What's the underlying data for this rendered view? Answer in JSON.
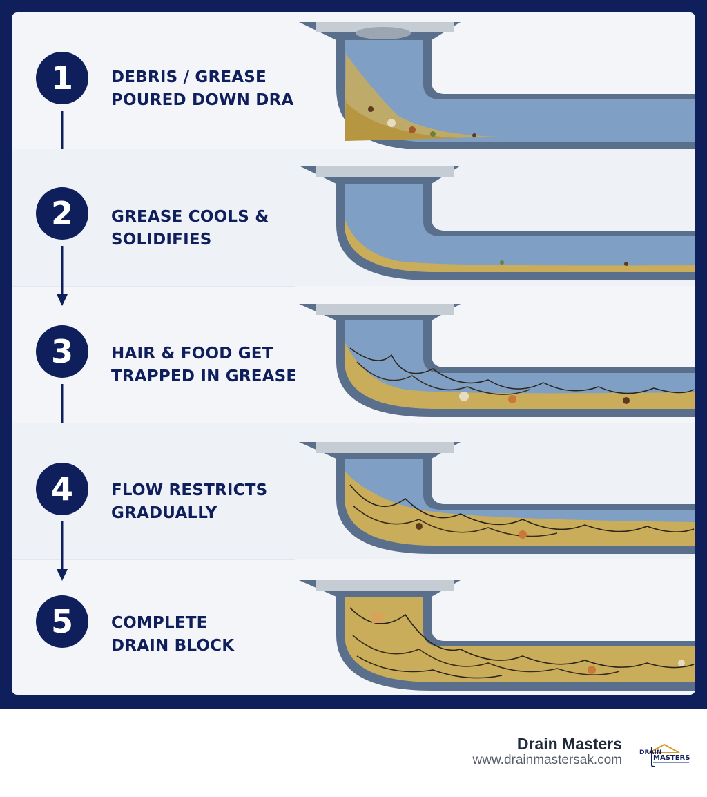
{
  "steps": [
    {
      "number": "1",
      "line1": "DEBRIS / GREASE",
      "line2": "POURED DOWN DRAIN"
    },
    {
      "number": "2",
      "line1": "GREASE COOLS &",
      "line2": "SOLIDIFIES"
    },
    {
      "number": "3",
      "line1": "HAIR & FOOD GET",
      "line2": "TRAPPED IN GREASE"
    },
    {
      "number": "4",
      "line1": "FLOW RESTRICTS",
      "line2": "GRADUALLY"
    },
    {
      "number": "5",
      "line1": "COMPLETE",
      "line2": "DRAIN BLOCK"
    }
  ],
  "footer": {
    "company": "Drain Masters",
    "website": "www.drainmastersak.com",
    "logo_text": "DRAIN MASTERS"
  },
  "colors": {
    "navy": "#0f1f5c",
    "grease": "#c9ad5a",
    "water": "#7f9fc4"
  }
}
